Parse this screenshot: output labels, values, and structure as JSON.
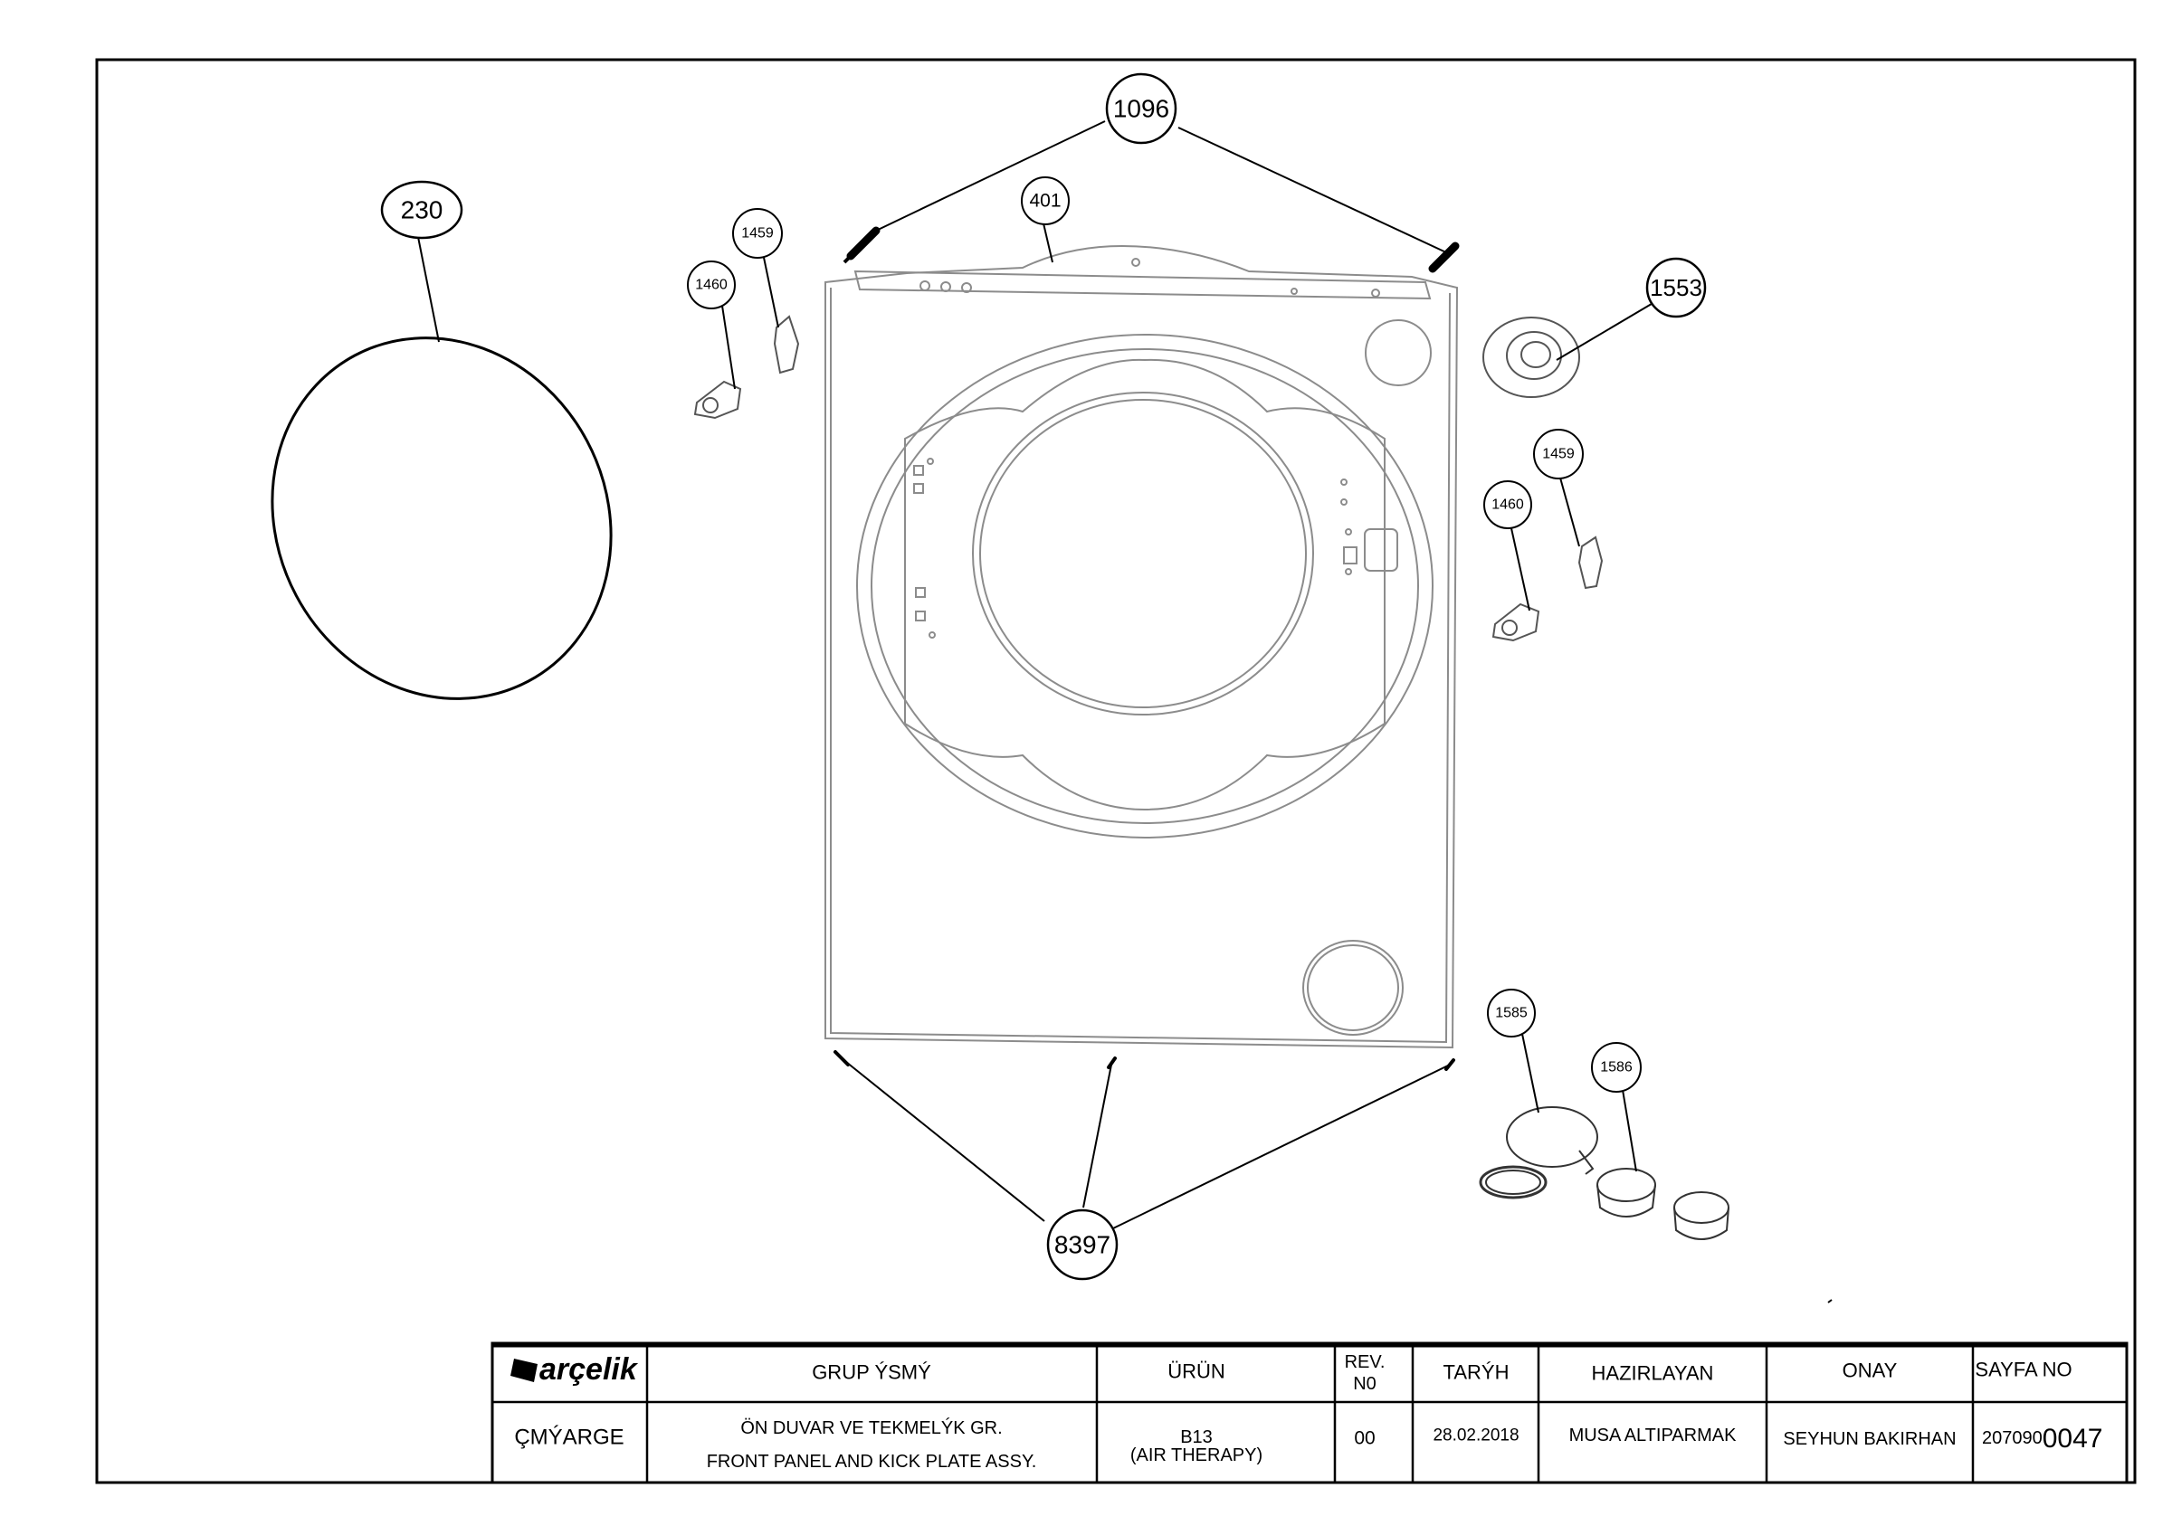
{
  "drawing": {
    "callouts": {
      "c1096": "1096",
      "c401": "401",
      "c230": "230",
      "c1459_left": "1459",
      "c1460_left": "1460",
      "c1553": "1553",
      "c1459_right": "1459",
      "c1460_right": "1460",
      "c1585": "1585",
      "c1586": "1586",
      "c8397": "8397"
    }
  },
  "title_block": {
    "brand": "arçelik",
    "headers": {
      "group_name": "GRUP ÝSMÝ",
      "product": "ÜRÜN",
      "rev_line1": "REV.",
      "rev_line2": "N0",
      "date": "TARÝH",
      "prepared_by": "HAZIRLAYAN",
      "approval": "ONAY",
      "page_no": "SAYFA NO"
    },
    "values": {
      "location": "ÇMÝARGE",
      "group_name_tr": "ÖN DUVAR VE TEKMELÝK GR.",
      "group_name_en": "FRONT PANEL AND KICK PLATE ASSY.",
      "product_line1": "B13",
      "product_line2": "(AIR THERAPY)",
      "rev": "00",
      "date": "28.02.2018",
      "prepared_by": "MUSA ALTIPARMAK",
      "approval": "SEYHUN BAKIRHAN",
      "page_no_prefix": "207090",
      "page_no_suffix": "0047"
    }
  },
  "colors": {
    "line": "#000000",
    "panel_line": "#8c8c8c",
    "background": "#ffffff"
  }
}
